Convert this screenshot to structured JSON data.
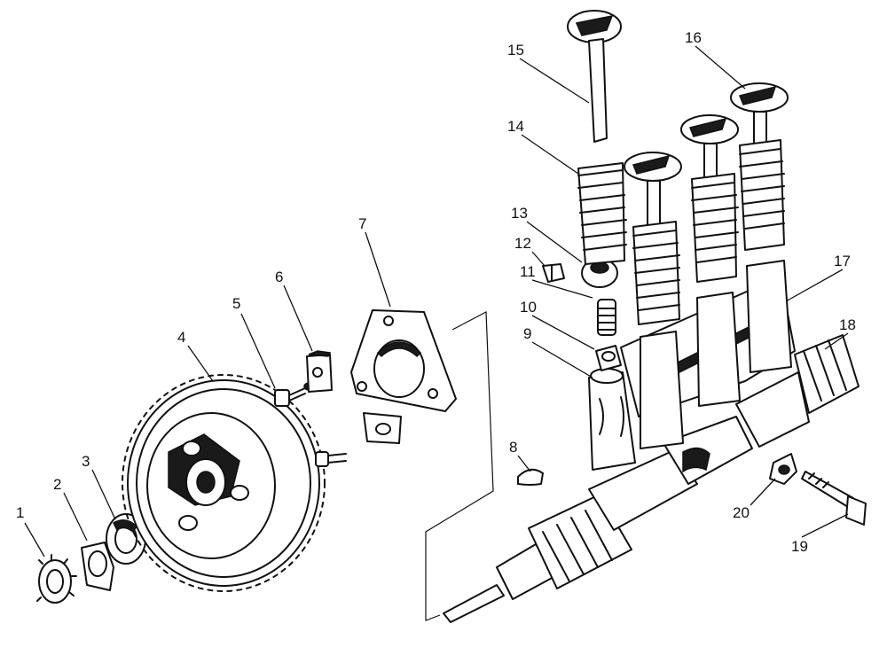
{
  "diagram": {
    "labels": [
      "1",
      "2",
      "3",
      "4",
      "5",
      "6",
      "7",
      "8",
      "9",
      "10",
      "11",
      "12",
      "13",
      "14",
      "15",
      "16",
      "17",
      "18",
      "19",
      "20"
    ]
  },
  "colors": {
    "ink": "#111111",
    "paper": "#ffffff"
  }
}
